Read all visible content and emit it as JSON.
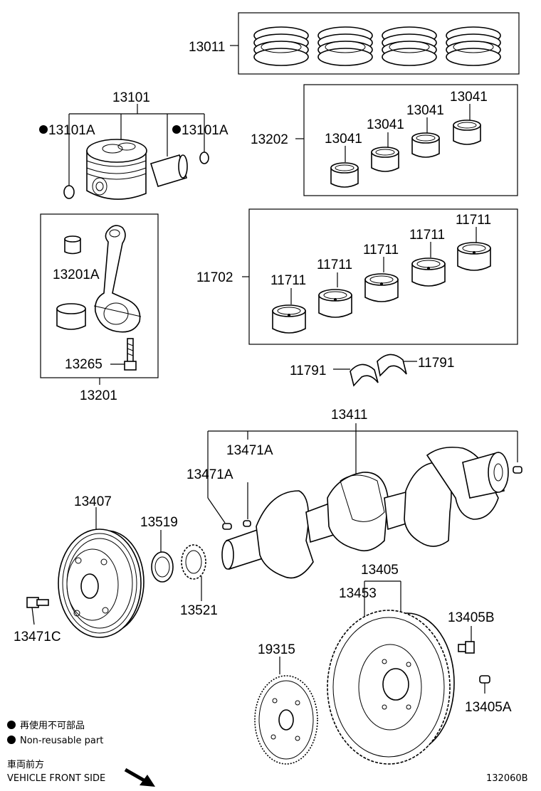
{
  "parts": {
    "p13011": "13011",
    "p13101": "13101",
    "p13101A_left": "13101A",
    "p13101A_right": "13101A",
    "p13202": "13202",
    "p13041_a": "13041",
    "p13041_b": "13041",
    "p13041_c": "13041",
    "p13041_d": "13041",
    "p13201A": "13201A",
    "p13265": "13265",
    "p13201": "13201",
    "p11702": "11702",
    "p11711_a": "11711",
    "p11711_b": "11711",
    "p11711_c": "11711",
    "p11711_d": "11711",
    "p11711_e": "11711",
    "p11791_left": "11791",
    "p11791_right": "11791",
    "p13411": "13411",
    "p13471A_upper": "13471A",
    "p13471A_lower": "13471A",
    "p13407": "13407",
    "p13519": "13519",
    "p13521": "13521",
    "p13471C": "13471C",
    "p13405": "13405",
    "p13453": "13453",
    "p13405B": "13405B",
    "p19315": "19315",
    "p13405A": "13405A"
  },
  "legend": {
    "bullet_jp": "再使用不可部品",
    "bullet_en": "Non-reusable part",
    "front_jp": "車両前方",
    "front_en": "VEHICLE FRONT SIDE"
  },
  "diagram_id": "132060B"
}
